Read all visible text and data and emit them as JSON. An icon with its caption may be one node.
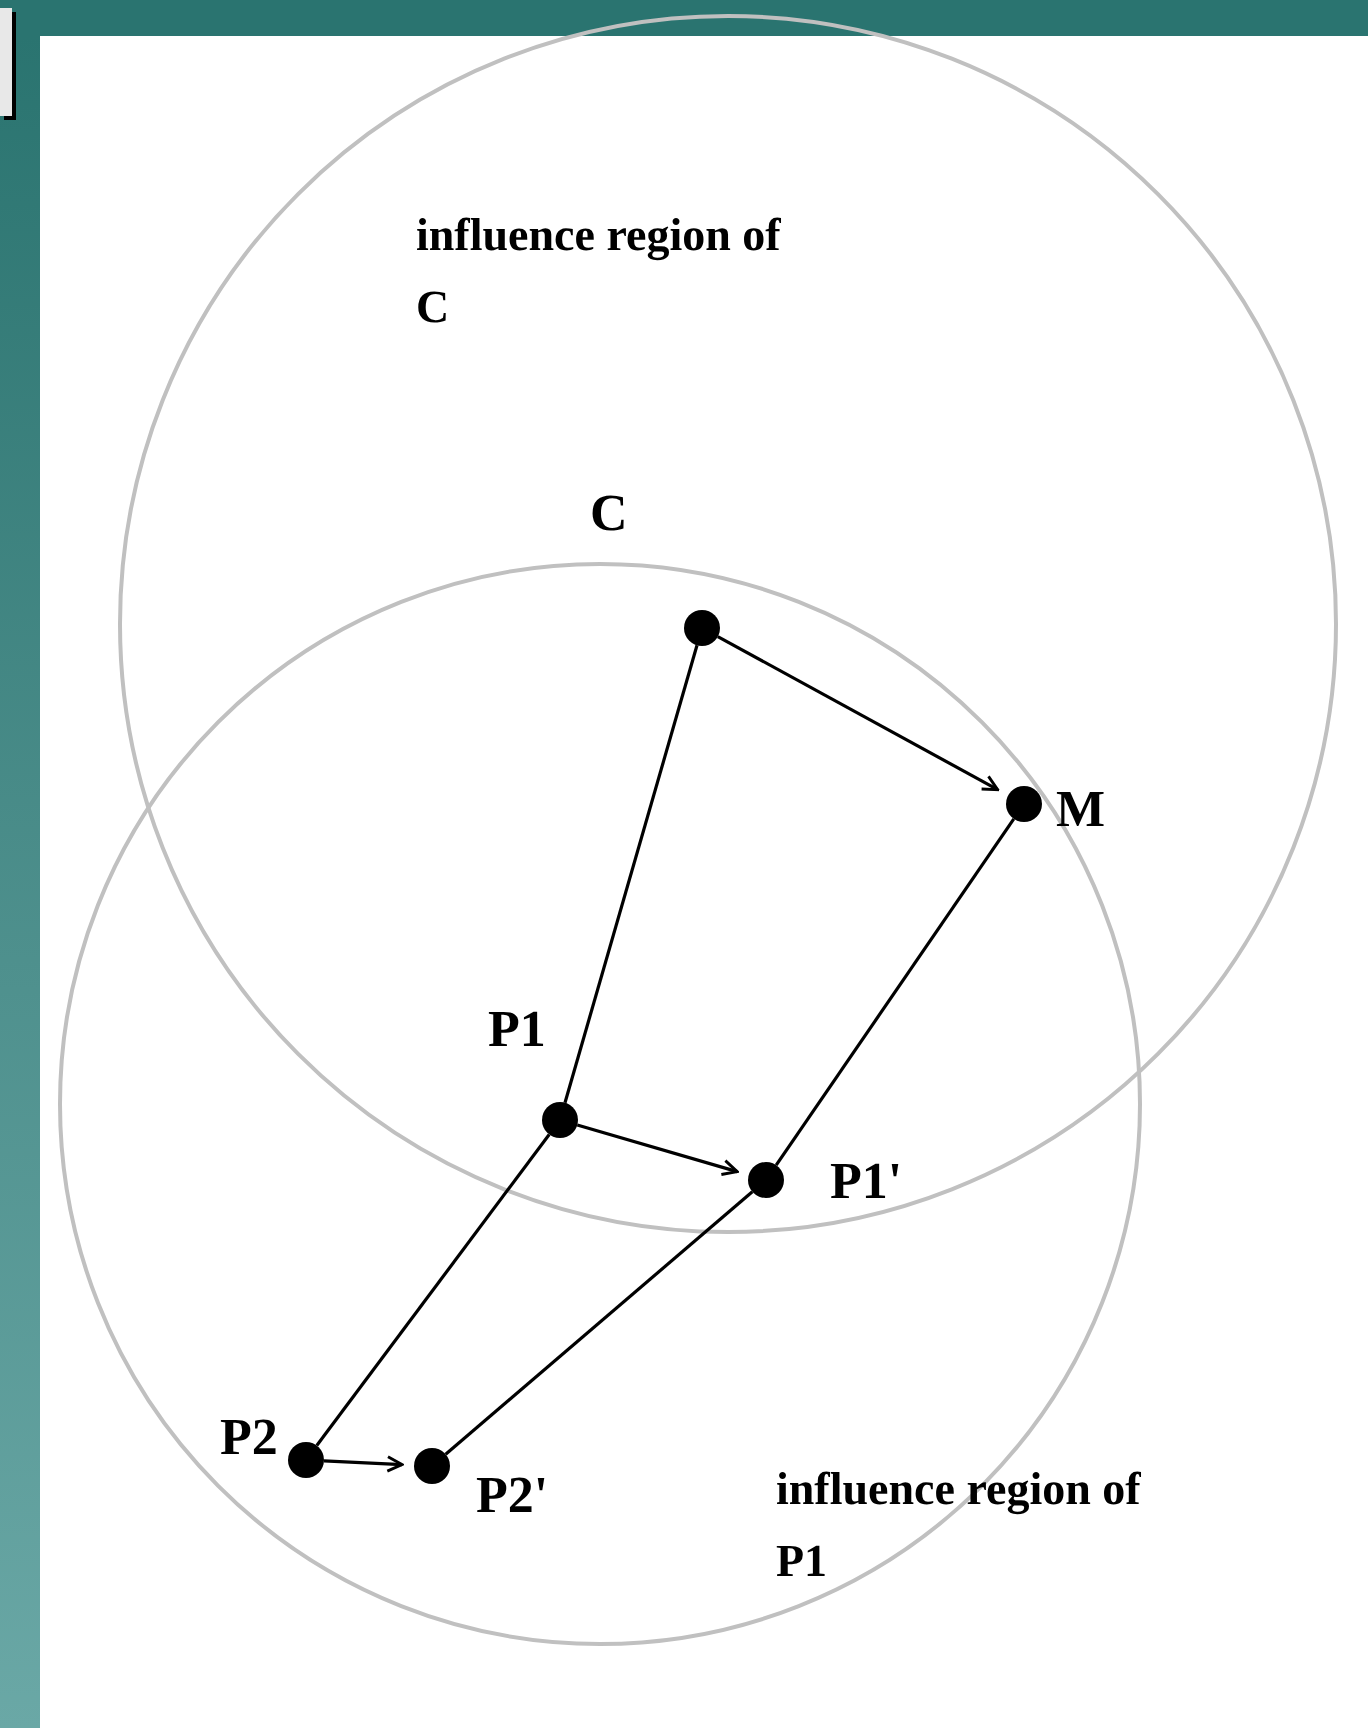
{
  "diagram": {
    "nodes": [
      {
        "text": [],
        "shape": "circle",
        "beside": [
          "C"
        ]
      },
      {
        "text": [],
        "shape": "circle",
        "beside": [
          "M"
        ]
      },
      {
        "text": [],
        "shape": "circle",
        "beside": [
          "P1"
        ]
      },
      {
        "text": [],
        "shape": "circle",
        "beside": [
          "P1'"
        ]
      },
      {
        "text": [],
        "shape": "circle",
        "beside": [
          "P2"
        ]
      },
      {
        "text": [],
        "shape": "circle",
        "beside": [
          "P2'"
        ]
      }
    ],
    "edges": [
      {
        "from": 0,
        "to": 1,
        "arrow": "to"
      },
      {
        "from": 2,
        "to": 3,
        "arrow": "to"
      },
      {
        "from": 4,
        "to": 5,
        "arrow": "to"
      },
      {
        "from": 0,
        "to": 2,
        "arrow": "none"
      },
      {
        "from": 2,
        "to": 4,
        "arrow": "none"
      },
      {
        "from": 1,
        "to": 3,
        "arrow": "none"
      },
      {
        "from": 3,
        "to": 5,
        "arrow": "none"
      }
    ],
    "labels": [
      "influence region of C",
      "influence region of P1"
    ]
  }
}
